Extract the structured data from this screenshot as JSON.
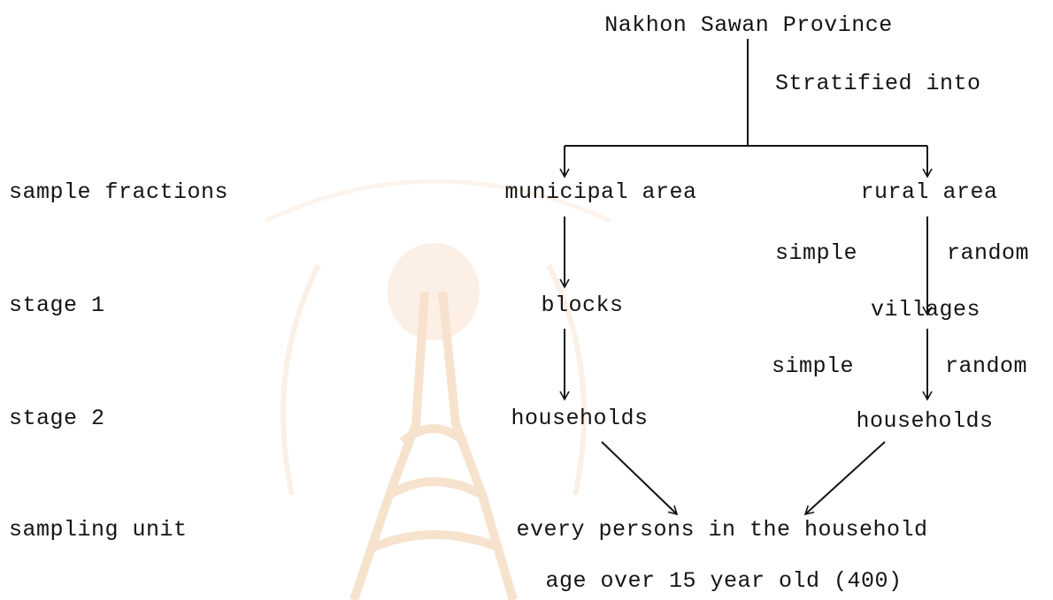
{
  "colors": {
    "ink": "#141414",
    "watermark": "#f2cfae",
    "background": "#ffffff"
  },
  "watermark": {
    "icon": "university-emblem-watermark"
  },
  "diagram": {
    "root": "Nakhon Sawan Province",
    "split_label": "Stratified into",
    "levels": {
      "sample_fractions": "sample fractions",
      "stage1": "stage 1",
      "stage2": "stage 2",
      "sampling_unit": "sampling unit"
    },
    "municipal": {
      "area": "municipal area",
      "stage1": "blocks",
      "stage2": "households"
    },
    "rural": {
      "area": "rural area",
      "stage1": "villages",
      "stage2": "households",
      "method1_left": "simple",
      "method1_right": "random",
      "method2_left": "simple",
      "method2_right": "random"
    },
    "unit": {
      "line1": "every persons in the household",
      "line2": "age over 15 year old (400)"
    }
  }
}
